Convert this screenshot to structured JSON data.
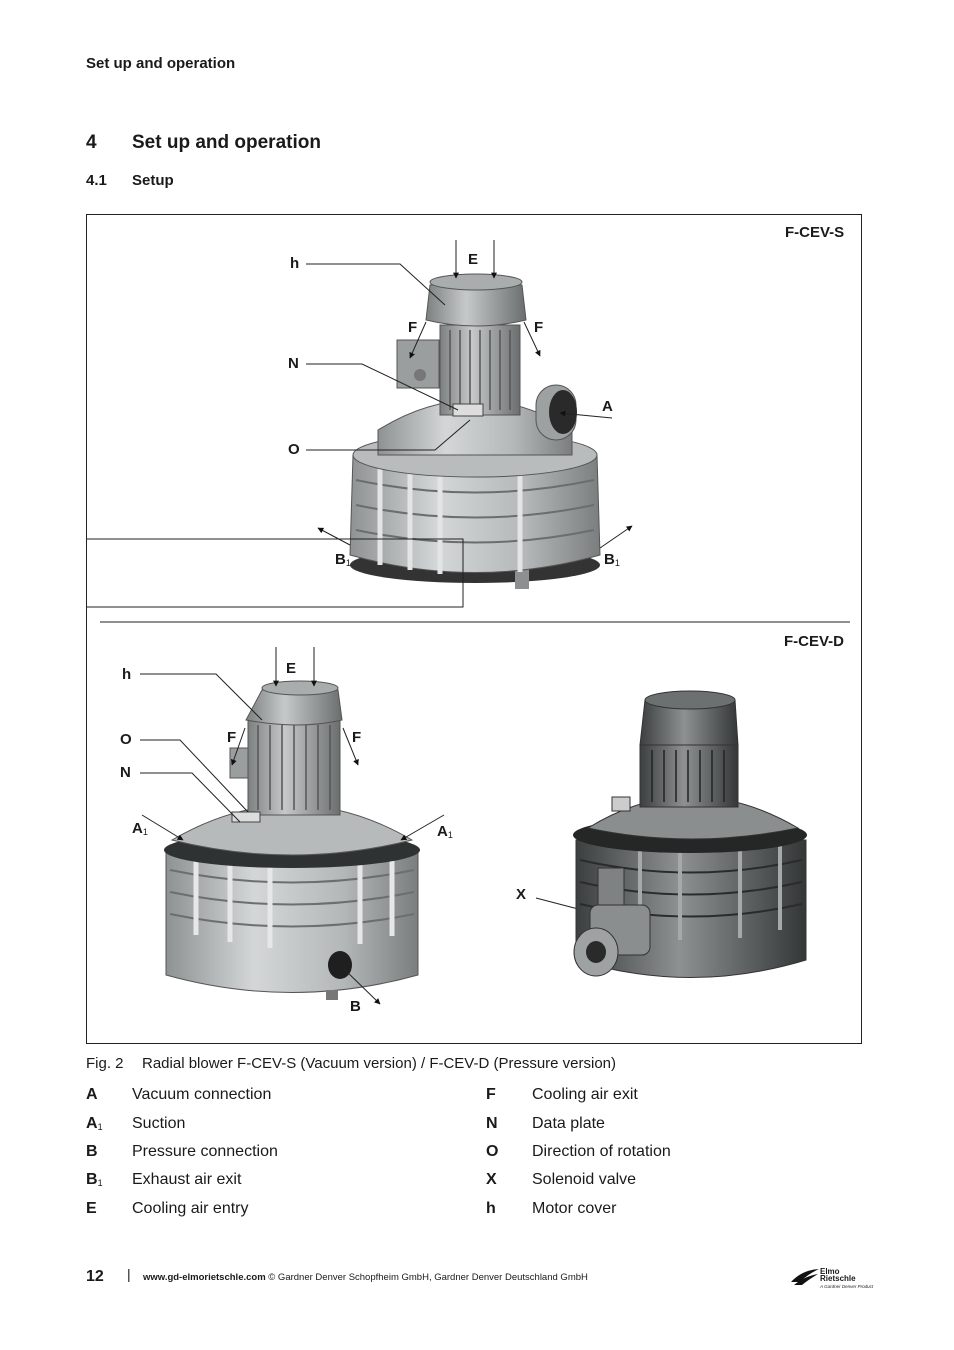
{
  "header": {
    "running_title": "Set up and operation"
  },
  "section": {
    "number": "4",
    "title": "Set up and operation"
  },
  "subsection": {
    "number": "4.1",
    "title": "Setup"
  },
  "figure": {
    "top_label": "F-CEV-S",
    "bottom_label": "F-CEV-D",
    "callouts_s": {
      "h": "h",
      "e": "E",
      "f_left": "F",
      "f_right": "F",
      "n": "N",
      "a": "A",
      "o": "O",
      "b1_left": "B",
      "b1_right": "B",
      "sub1": "1"
    },
    "callouts_d": {
      "h": "h",
      "e": "E",
      "o": "O",
      "f_left": "F",
      "f_right": "F",
      "n": "N",
      "a1_left": "A",
      "a1_right": "A",
      "b": "B",
      "x": "X",
      "sub1": "1"
    },
    "caption": {
      "number": "Fig. 2",
      "text": "Radial blower  F-CEV-S (Vacuum version) / F-CEV-D (Pressure version)"
    }
  },
  "legend": {
    "left": [
      {
        "key": "A",
        "sub": "",
        "text": "Vacuum connection"
      },
      {
        "key": "A",
        "sub": "1",
        "text": "Suction"
      },
      {
        "key": "B",
        "sub": "",
        "text": "Pressure connection"
      },
      {
        "key": "B",
        "sub": "1",
        "text": "Exhaust air exit"
      },
      {
        "key": "E",
        "sub": "",
        "text": "Cooling air entry"
      }
    ],
    "right": [
      {
        "key": "F",
        "sub": "",
        "text": "Cooling air exit"
      },
      {
        "key": "N",
        "sub": "",
        "text": "Data plate"
      },
      {
        "key": "O",
        "sub": "",
        "text": "Direction of rotation"
      },
      {
        "key": "X",
        "sub": "",
        "text": "Solenoid valve"
      },
      {
        "key": "h",
        "sub": "",
        "text": "Motor cover"
      }
    ]
  },
  "footer": {
    "page_number": "12",
    "separator": "|",
    "url": "www.gd-elmorietschle.com",
    "copyright": "© Gardner Denver Schopfheim GmbH, Gardner Denver Deutschland GmbH",
    "logo_line1": "Elmo",
    "logo_line2": "Rietschle",
    "logo_tagline": "A Gardner Denver Product"
  },
  "colors": {
    "text": "#1a1a1a",
    "metal_light": "#c9cccc",
    "metal_mid": "#a3a7a7",
    "metal_dark": "#5e6262"
  }
}
